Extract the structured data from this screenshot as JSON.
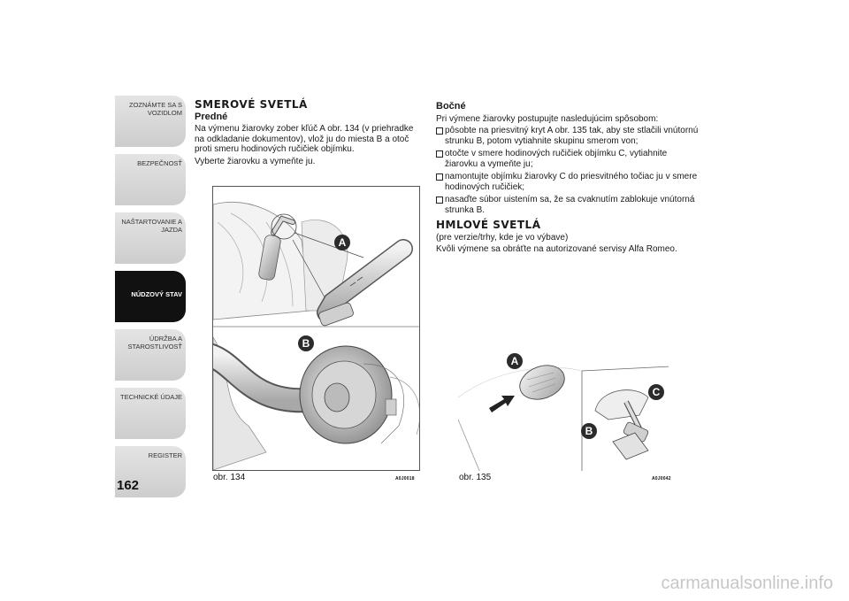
{
  "tabs": [
    {
      "line1": "ZOZNÁMTE SA S",
      "line2": "VOZIDLOM",
      "active": false
    },
    {
      "line1": "BEZPEČNOSŤ",
      "line2": "",
      "active": false
    },
    {
      "line1": "NAŠTARTOVANIE A",
      "line2": "JAZDA",
      "active": false
    },
    {
      "line1": "NÚDZOVÝ STAV",
      "line2": "",
      "active": true
    },
    {
      "line1": "ÚDRŽBA A",
      "line2": "STAROSTLIVOSŤ",
      "active": false
    },
    {
      "line1": "TECHNICKÉ ÚDAJE",
      "line2": "",
      "active": false
    },
    {
      "line1": "REGISTER",
      "line2": "",
      "active": false
    }
  ],
  "page_number": "162",
  "left": {
    "heading": "SMEROVÉ SVETLÁ",
    "subheading": "Predné",
    "para1": "Na výmenu žiarovky zober kľúč A obr. 134 (v priehradke na odkladanie dokumentov), vlož ju do miesta B a otoč proti smeru hodinových ručičiek objímku.",
    "para2": "Vyberte žiarovku a vymeňte ju.",
    "figure": {
      "caption": "obr. 134",
      "code": "A0J0018",
      "callout_a": "A",
      "callout_b": "B"
    }
  },
  "right": {
    "subheading": "Bočné",
    "intro": "Pri výmene žiarovky postupujte nasledujúcim spôsobom:",
    "bullets": [
      "pôsobte na priesvitný kryt A obr. 135 tak, aby ste stlačili vnútornú strunku B, potom vytiahnite skupinu smerom von;",
      "otočte v smere hodinových ručičiek objímku C, vytiahnite žiarovku a vymeňte ju;",
      "namontujte objímku žiarovky C do priesvitného točiac ju v smere hodinových ručičiek;",
      "nasaďte súbor uistením sa, že sa cvaknutím zablokuje vnútorná strunka B."
    ],
    "heading2": "HMLOVÉ SVETLÁ",
    "para_note": "(pre verzie/trhy, kde je vo výbave)",
    "para_fog": "Kvôli výmene sa obráťte na autorizované servisy Alfa Romeo.",
    "figure": {
      "caption": "obr. 135",
      "code": "A0J0042",
      "callout_a": "A",
      "callout_b": "B",
      "callout_c": "C"
    }
  },
  "watermark": "carmanualsonline.info"
}
